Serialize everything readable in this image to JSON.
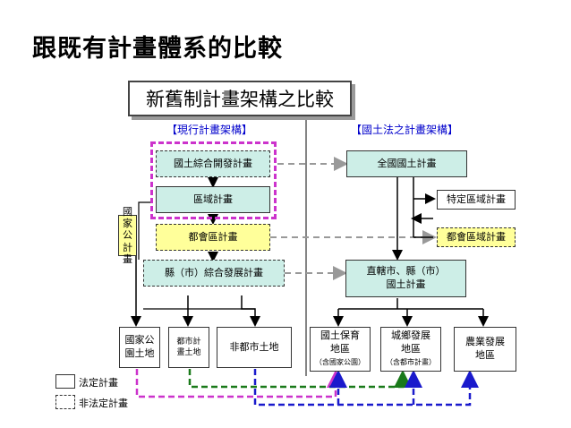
{
  "page": {
    "title": "跟既有計畫體系的比較"
  },
  "banner": {
    "title": "新舊制計畫架構之比較"
  },
  "sections": {
    "left_header": "【現行計畫架構】",
    "right_header": "【國土法之計畫架構】"
  },
  "left": {
    "national_land_plan": "國土綜合開發計畫",
    "regional_plan": "區域計畫",
    "metropolitan_plan": "都會區計畫",
    "county_plan": "縣（市）綜合發展計畫",
    "national_plan_label": "國家公計畫",
    "land_national_park": [
      "國家公",
      "園土地"
    ],
    "land_urban_plan": [
      "都市計",
      "畫土地"
    ],
    "land_non_urban": "非都市土地"
  },
  "right": {
    "national_plan": "全國國土計畫",
    "special_area_plan": "特定區域計畫",
    "metropolitan_plan": "都會區域計畫",
    "municipal_plan": [
      "直轄市、縣（市）",
      "國土計畫"
    ],
    "conservation_area": [
      "國土保育",
      "地區",
      "（含國家公園）"
    ],
    "urban_rural_area": [
      "城鄉發展",
      "地區",
      "（含都市計畫）"
    ],
    "agricultural_area": [
      "農業發展",
      "地區"
    ]
  },
  "legend": {
    "statutory": "法定計畫",
    "non_statutory": "非法定計畫"
  },
  "colors": {
    "teal_fill": "#cdeee7",
    "yellow_fill": "#ffff9a",
    "purple_line": "#cc33cc",
    "green_line": "#1a7a1a",
    "blue_line": "#1a1acc",
    "gray_arrow": "#999999",
    "section_header": "#0000cc"
  }
}
